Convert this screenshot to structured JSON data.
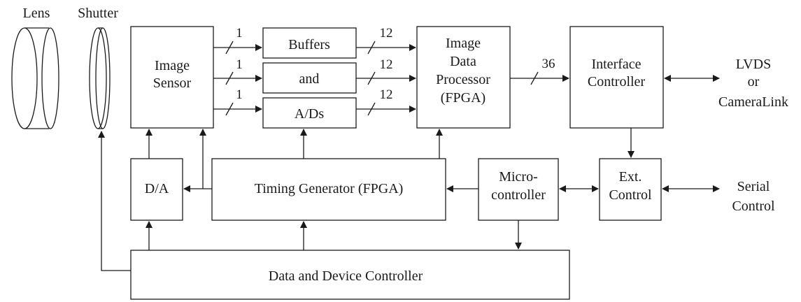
{
  "diagram": {
    "title_labels": {
      "lens": "Lens",
      "shutter": "Shutter"
    },
    "blocks": {
      "image_sensor": [
        "Image",
        "Sensor"
      ],
      "buffers": "Buffers",
      "and": "and",
      "ads": "A/Ds",
      "image_data_processor": [
        "Image",
        "Data",
        "Processor",
        "(FPGA)"
      ],
      "interface_controller": [
        "Interface",
        "Controller"
      ],
      "lvds": [
        "LVDS",
        "or",
        "CameraLink"
      ],
      "da": "D/A",
      "timing_generator": "Timing Generator (FPGA)",
      "microcontroller": [
        "Micro-",
        "controller"
      ],
      "ext_control": [
        "Ext.",
        "Control"
      ],
      "serial_control": [
        "Serial",
        "Control"
      ],
      "data_device_controller": "Data and Device Controller"
    },
    "bus_widths": {
      "sensor_to_buffers": [
        "1",
        "1",
        "1"
      ],
      "buffers_to_processor": [
        "12",
        "12",
        "12"
      ],
      "processor_to_interface": "36"
    }
  }
}
